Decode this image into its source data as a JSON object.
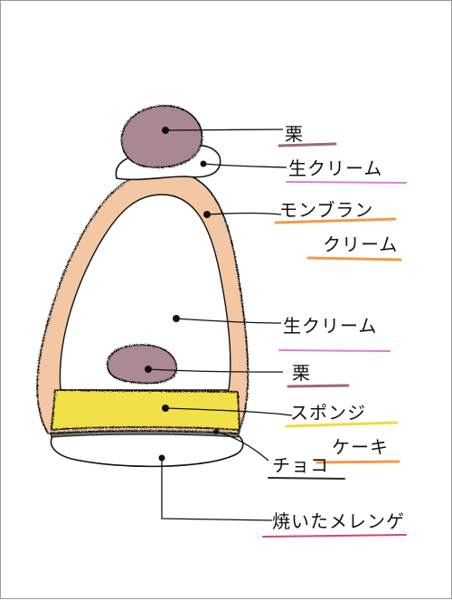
{
  "labels": {
    "chestnut_top": "栗",
    "fresh_cream_top": "生クリーム",
    "montblanc_cream_1": "モンブラン",
    "montblanc_cream_2": "クリーム",
    "fresh_cream_inner": "生クリーム",
    "chestnut_inner": "栗",
    "sponge_1": "スポンジ",
    "sponge_2": "ケーキ",
    "chocolate": "チョコ",
    "meringue": "焼いたメレンゲ"
  },
  "colors": {
    "chestnut": "#a98890",
    "montblanc_cream": "#f0b98e",
    "sponge": "#f2e04a",
    "underline_brown": "#9b6a72",
    "underline_pink": "#e07be0",
    "underline_orange": "#f09a4a",
    "underline_black": "#2a2a2a",
    "underline_red": "#d8426e"
  }
}
